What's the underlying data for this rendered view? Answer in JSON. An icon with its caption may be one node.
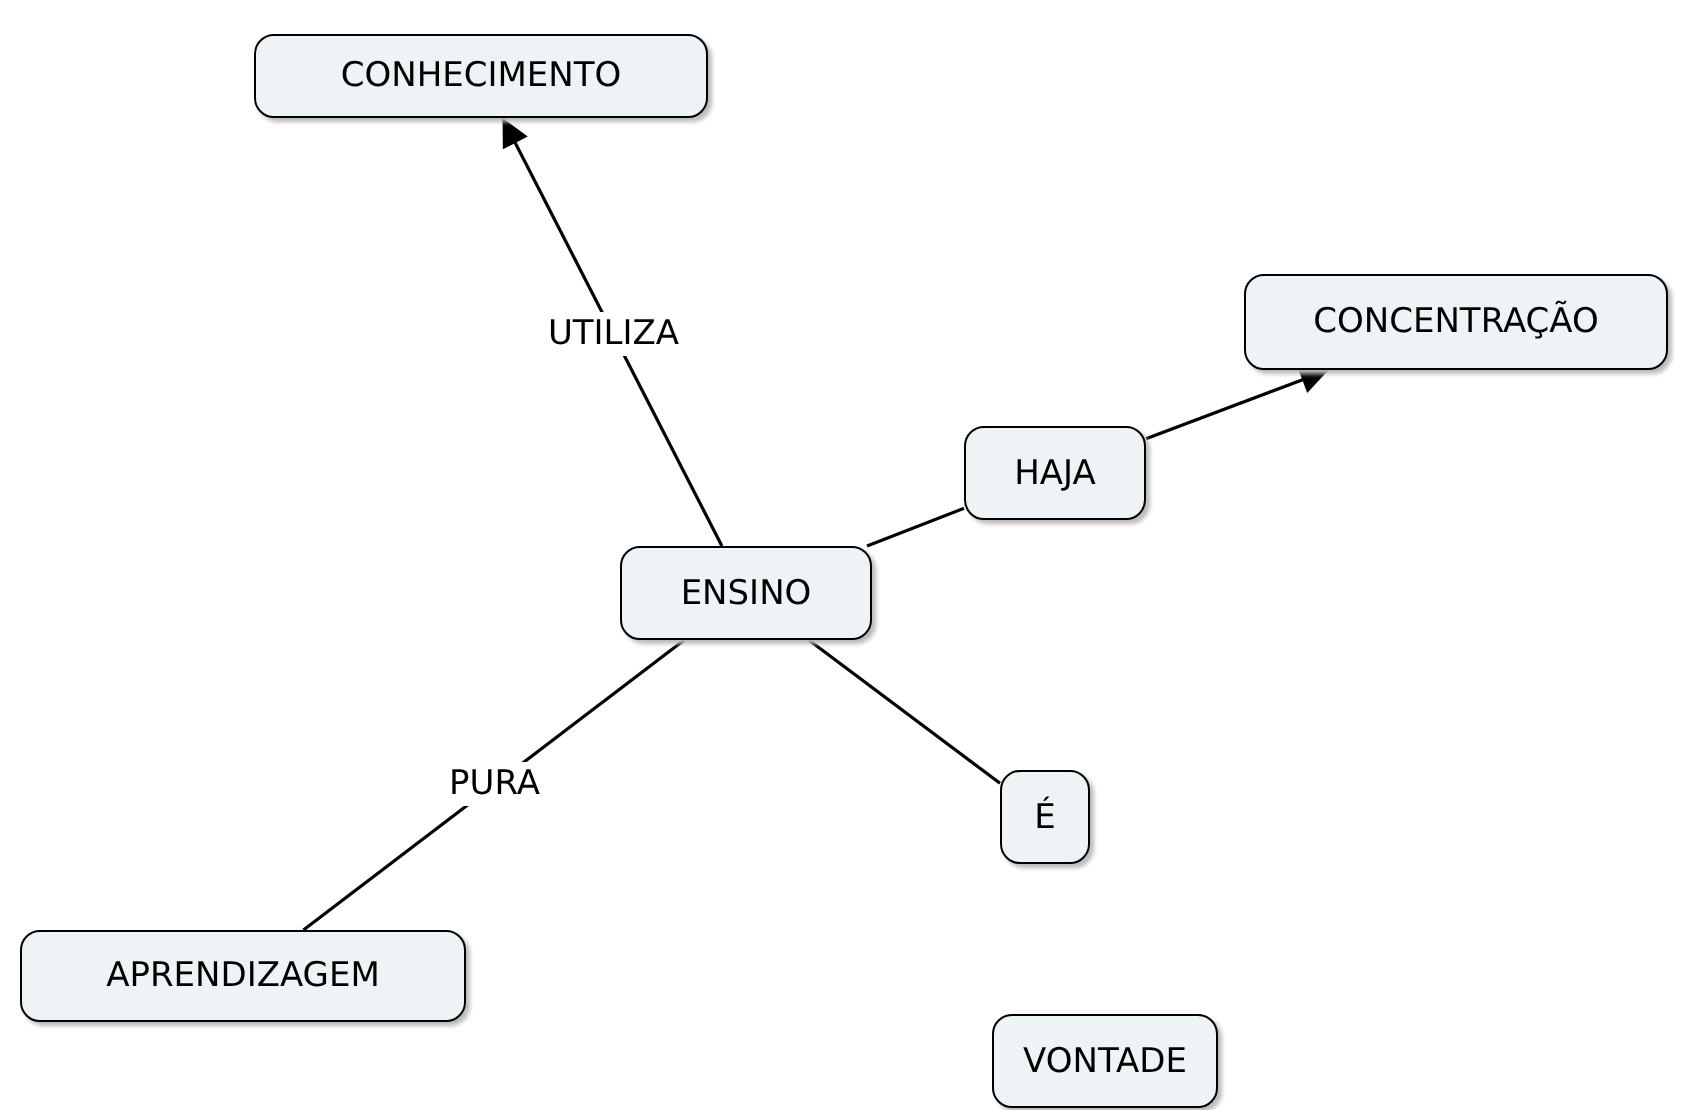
{
  "diagram": {
    "nodes": [
      {
        "text": [
          "CONHECIMENTO"
        ]
      },
      {
        "text": [
          "CONCENTRAÇÃO"
        ]
      },
      {
        "text": [
          "HAJA"
        ]
      },
      {
        "text": [
          "ENSINO"
        ]
      },
      {
        "text": [
          "É"
        ]
      },
      {
        "text": [
          "APRENDIZAGEM"
        ]
      },
      {
        "text": [
          "VONTADE"
        ]
      }
    ],
    "edges": [
      {
        "from": 3,
        "to": 0,
        "arrow": "to",
        "label": "UTILIZA"
      },
      {
        "from": 3,
        "to": 2,
        "arrow": "none"
      },
      {
        "from": 2,
        "to": 1,
        "arrow": "to"
      },
      {
        "from": 3,
        "to": 4,
        "arrow": "none"
      },
      {
        "from": 3,
        "to": 5,
        "arrow": "none",
        "label": "PURA"
      }
    ]
  }
}
